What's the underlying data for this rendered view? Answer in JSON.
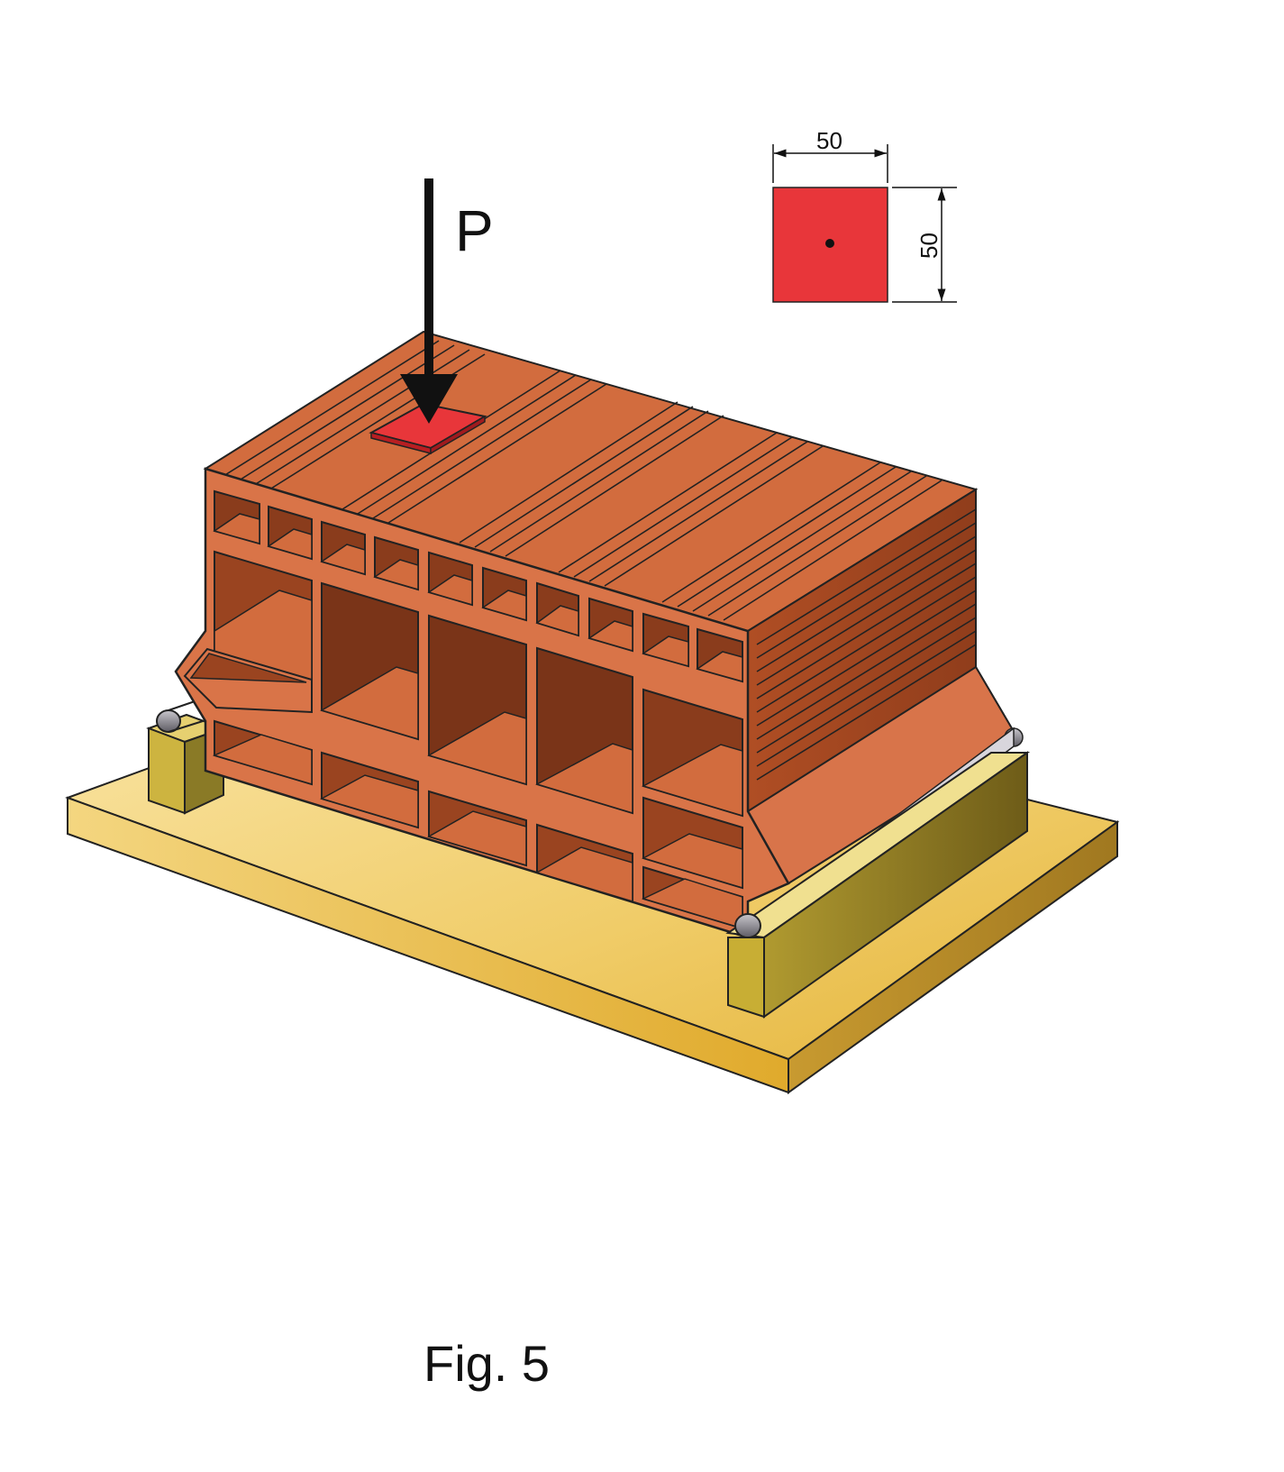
{
  "figure": {
    "load_label": "P",
    "caption": "Fig. 5",
    "plate_dimensions": {
      "width_label": "50",
      "height_label": "50"
    }
  },
  "colors": {
    "brick_top": "#d06a3c",
    "brick_front": "#d87044",
    "brick_dark": "#7a3418",
    "load_plate": "#e8363a",
    "base": "#f0c860",
    "support": "#c8aa30",
    "roller": "#8a8890",
    "arrow": "#111111"
  },
  "icons": {
    "load_arrow": "down-arrow-icon"
  }
}
